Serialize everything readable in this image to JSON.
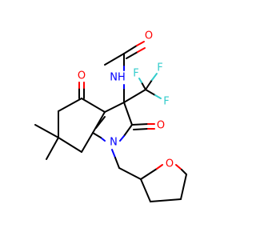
{
  "colors": {
    "carbon_bond": "#000000",
    "oxygen": "#ff0000",
    "nitrogen": "#0000ff",
    "fluorine": "#33cccc",
    "background": "#ffffff"
  },
  "atoms": {
    "o_acetyl": "O",
    "nh": "NH",
    "f_top": "F",
    "f_mid": "F",
    "f_left": "F",
    "o_ketone": "O",
    "o_lactam": "O",
    "n_ring": "N",
    "o_thf": "O"
  }
}
